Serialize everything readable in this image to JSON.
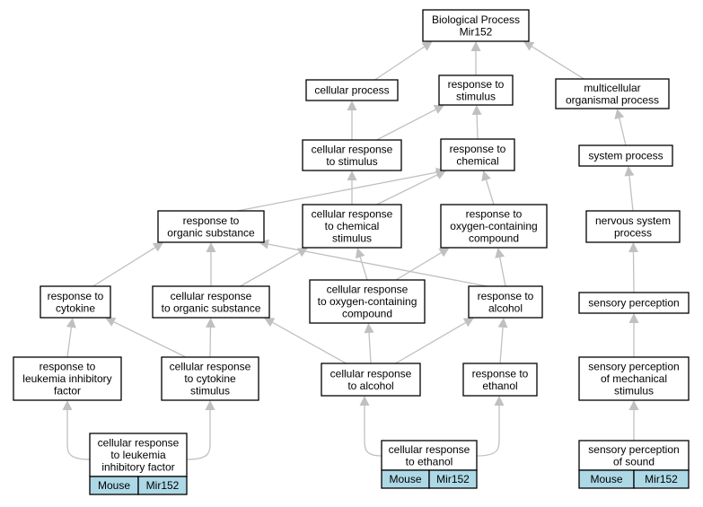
{
  "colors": {
    "edge": "#c0c0c0",
    "tag_fill": "#add8e6",
    "box_fill": "#ffffff",
    "border": "#000000"
  },
  "nodes": {
    "bp": {
      "lines": [
        "Biological Process",
        "Mir152"
      ]
    },
    "cp": {
      "lines": [
        "cellular process"
      ]
    },
    "rs": {
      "lines": [
        "response to",
        "stimulus"
      ]
    },
    "mop": {
      "lines": [
        "multicellular",
        "organismal process"
      ]
    },
    "crs": {
      "lines": [
        "cellular response",
        "to stimulus"
      ]
    },
    "rc": {
      "lines": [
        "response to",
        "chemical"
      ]
    },
    "sp": {
      "lines": [
        "system process"
      ]
    },
    "ros": {
      "lines": [
        "response to",
        "organic substance"
      ]
    },
    "crcs": {
      "lines": [
        "cellular response",
        "to chemical",
        "stimulus"
      ]
    },
    "rocc": {
      "lines": [
        "response to",
        "oxygen-containing",
        "compound"
      ]
    },
    "nsp": {
      "lines": [
        "nervous system",
        "process"
      ]
    },
    "rcyt": {
      "lines": [
        "response to",
        "cytokine"
      ]
    },
    "cros": {
      "lines": [
        "cellular response",
        "to organic substance"
      ]
    },
    "crocc": {
      "lines": [
        "cellular response",
        "to oxygen-containing",
        "compound"
      ]
    },
    "ra": {
      "lines": [
        "response to",
        "alcohol"
      ]
    },
    "spc": {
      "lines": [
        "sensory perception"
      ]
    },
    "rlif": {
      "lines": [
        "response to",
        "leukemia inhibitory",
        "factor"
      ]
    },
    "crcytsti": {
      "lines": [
        "cellular response",
        "to cytokine",
        "stimulus"
      ]
    },
    "cra": {
      "lines": [
        "cellular response",
        "to alcohol"
      ]
    },
    "re": {
      "lines": [
        "response to",
        "ethanol"
      ]
    },
    "spms": {
      "lines": [
        "sensory perception",
        "of mechanical",
        "stimulus"
      ]
    },
    "crlif": {
      "lines": [
        "cellular response",
        "to leukemia",
        "inhibitory factor"
      ]
    },
    "cre": {
      "lines": [
        "cellular response",
        "to ethanol"
      ]
    },
    "sps": {
      "lines": [
        "sensory perception",
        "of sound"
      ]
    }
  },
  "gene_tags": {
    "crlif": [
      "Mouse",
      "Mir152"
    ],
    "cre": [
      "Mouse",
      "Mir152"
    ],
    "sps": [
      "Mouse",
      "Mir152"
    ]
  },
  "edges": [
    [
      "cp",
      "bp"
    ],
    [
      "rs",
      "bp"
    ],
    [
      "mop",
      "bp"
    ],
    [
      "crs",
      "cp"
    ],
    [
      "crs",
      "rs"
    ],
    [
      "rc",
      "rs"
    ],
    [
      "sp",
      "mop"
    ],
    [
      "ros",
      "rc"
    ],
    [
      "crcs",
      "crs"
    ],
    [
      "crcs",
      "rc"
    ],
    [
      "rocc",
      "rc"
    ],
    [
      "nsp",
      "sp"
    ],
    [
      "rcyt",
      "ros"
    ],
    [
      "cros",
      "ros"
    ],
    [
      "cros",
      "crcs"
    ],
    [
      "ra",
      "ros"
    ],
    [
      "crocc",
      "crcs"
    ],
    [
      "crocc",
      "rocc"
    ],
    [
      "ra",
      "rocc"
    ],
    [
      "spc",
      "nsp"
    ],
    [
      "rlif",
      "rcyt"
    ],
    [
      "crcytsti",
      "rcyt"
    ],
    [
      "crcytsti",
      "cros"
    ],
    [
      "cra",
      "cros"
    ],
    [
      "cra",
      "crocc"
    ],
    [
      "cra",
      "ra"
    ],
    [
      "re",
      "ra"
    ],
    [
      "spms",
      "spc"
    ],
    [
      "crlif",
      "rlif"
    ],
    [
      "crlif",
      "crcytsti"
    ],
    [
      "cre",
      "cra"
    ],
    [
      "cre",
      "re"
    ],
    [
      "sps",
      "spms"
    ]
  ]
}
